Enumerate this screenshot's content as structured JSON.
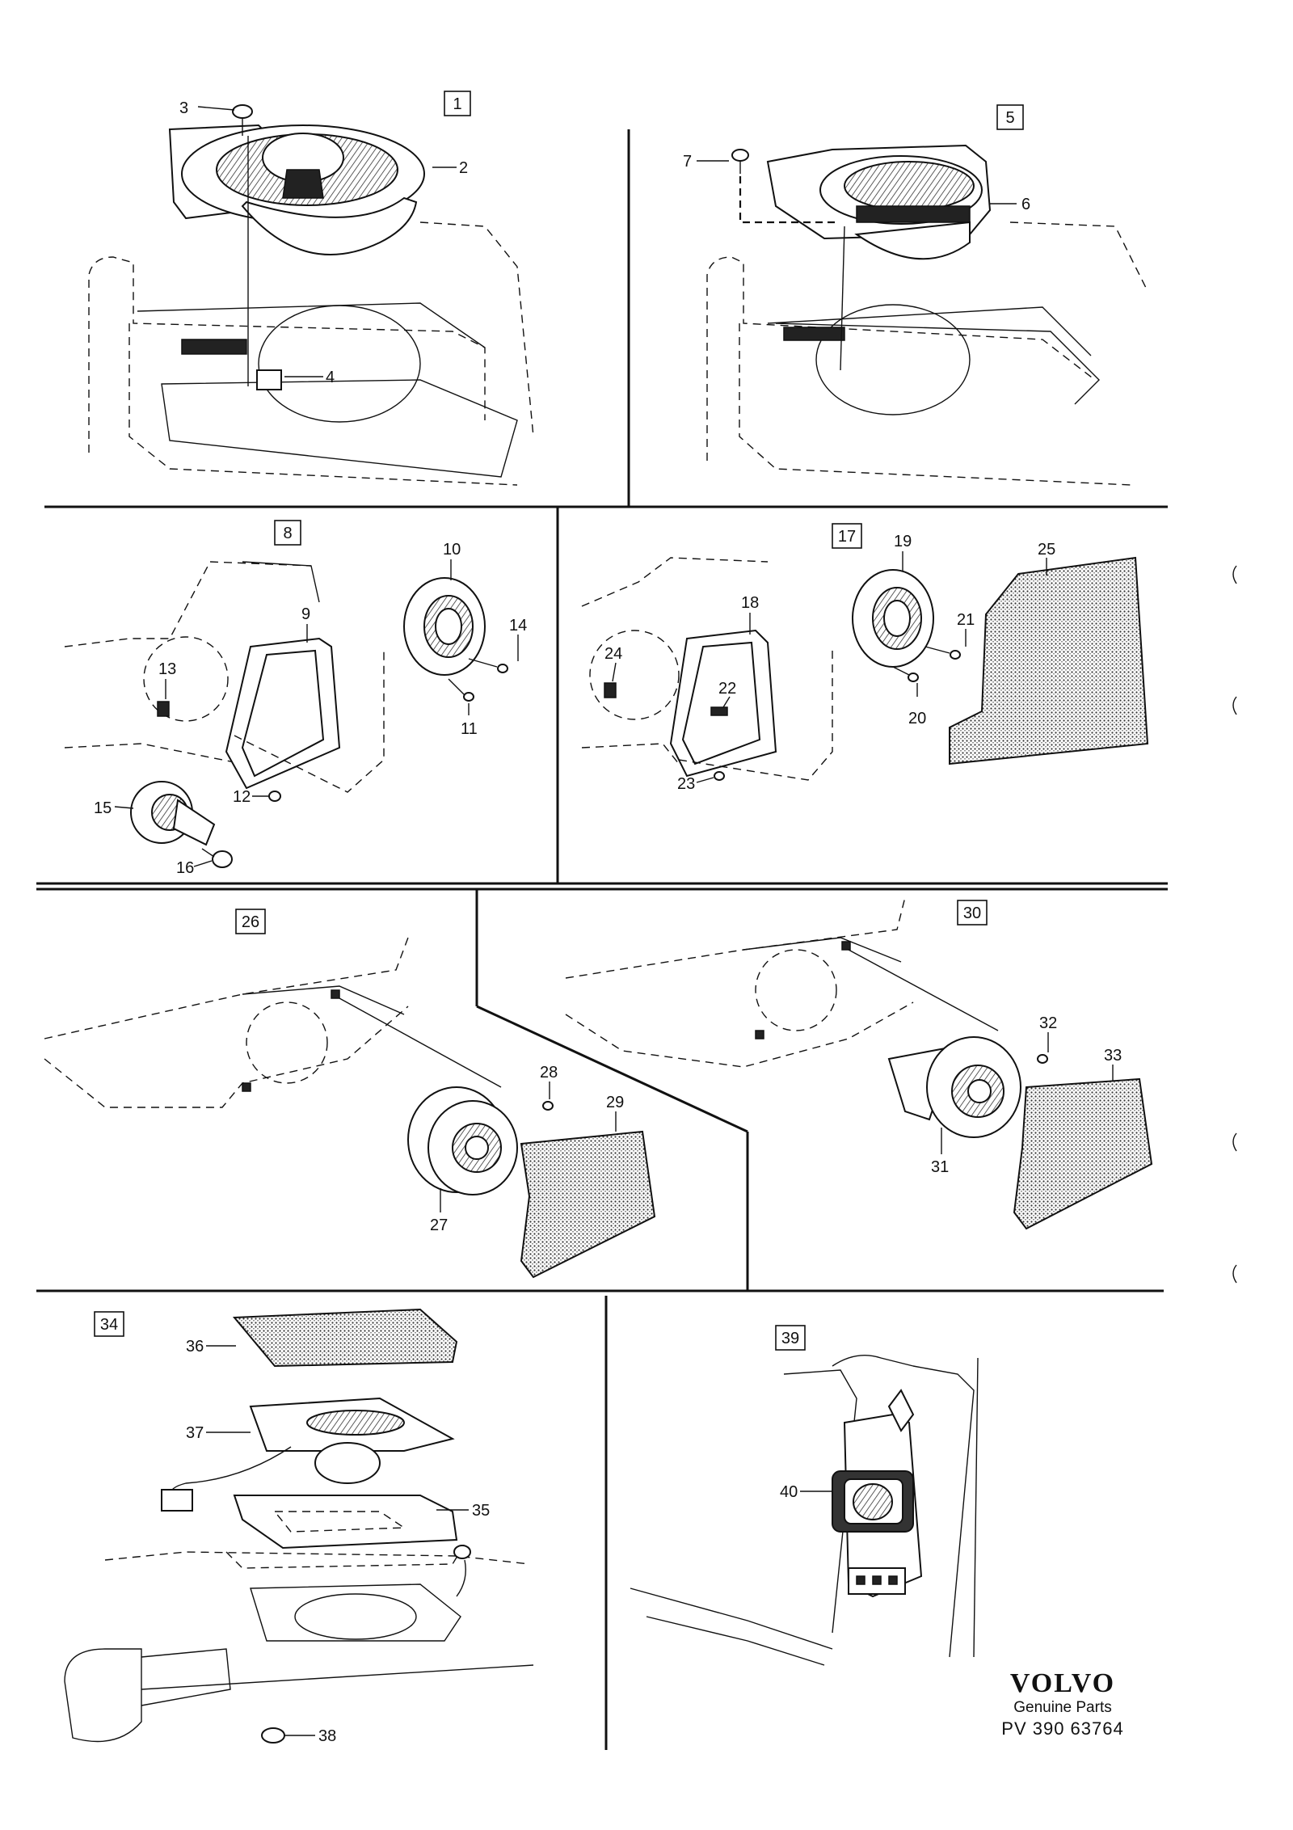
{
  "brand": {
    "logo": "VOLVO",
    "subtitle": "Genuine Parts",
    "reference": "PV 390 63764"
  },
  "sections": [
    {
      "id": "sec-1",
      "label": "1"
    },
    {
      "id": "sec-5",
      "label": "5"
    },
    {
      "id": "sec-8",
      "label": "8"
    },
    {
      "id": "sec-17",
      "label": "17"
    },
    {
      "id": "sec-26",
      "label": "26"
    },
    {
      "id": "sec-30",
      "label": "30"
    },
    {
      "id": "sec-34",
      "label": "34"
    },
    {
      "id": "sec-39",
      "label": "39"
    }
  ],
  "callouts": [
    "2",
    "3",
    "4",
    "6",
    "7",
    "9",
    "10",
    "11",
    "12",
    "13",
    "14",
    "15",
    "16",
    "18",
    "19",
    "20",
    "21",
    "22",
    "23",
    "24",
    "25",
    "27",
    "28",
    "29",
    "31",
    "32",
    "33",
    "35",
    "36",
    "37",
    "38",
    "40"
  ]
}
